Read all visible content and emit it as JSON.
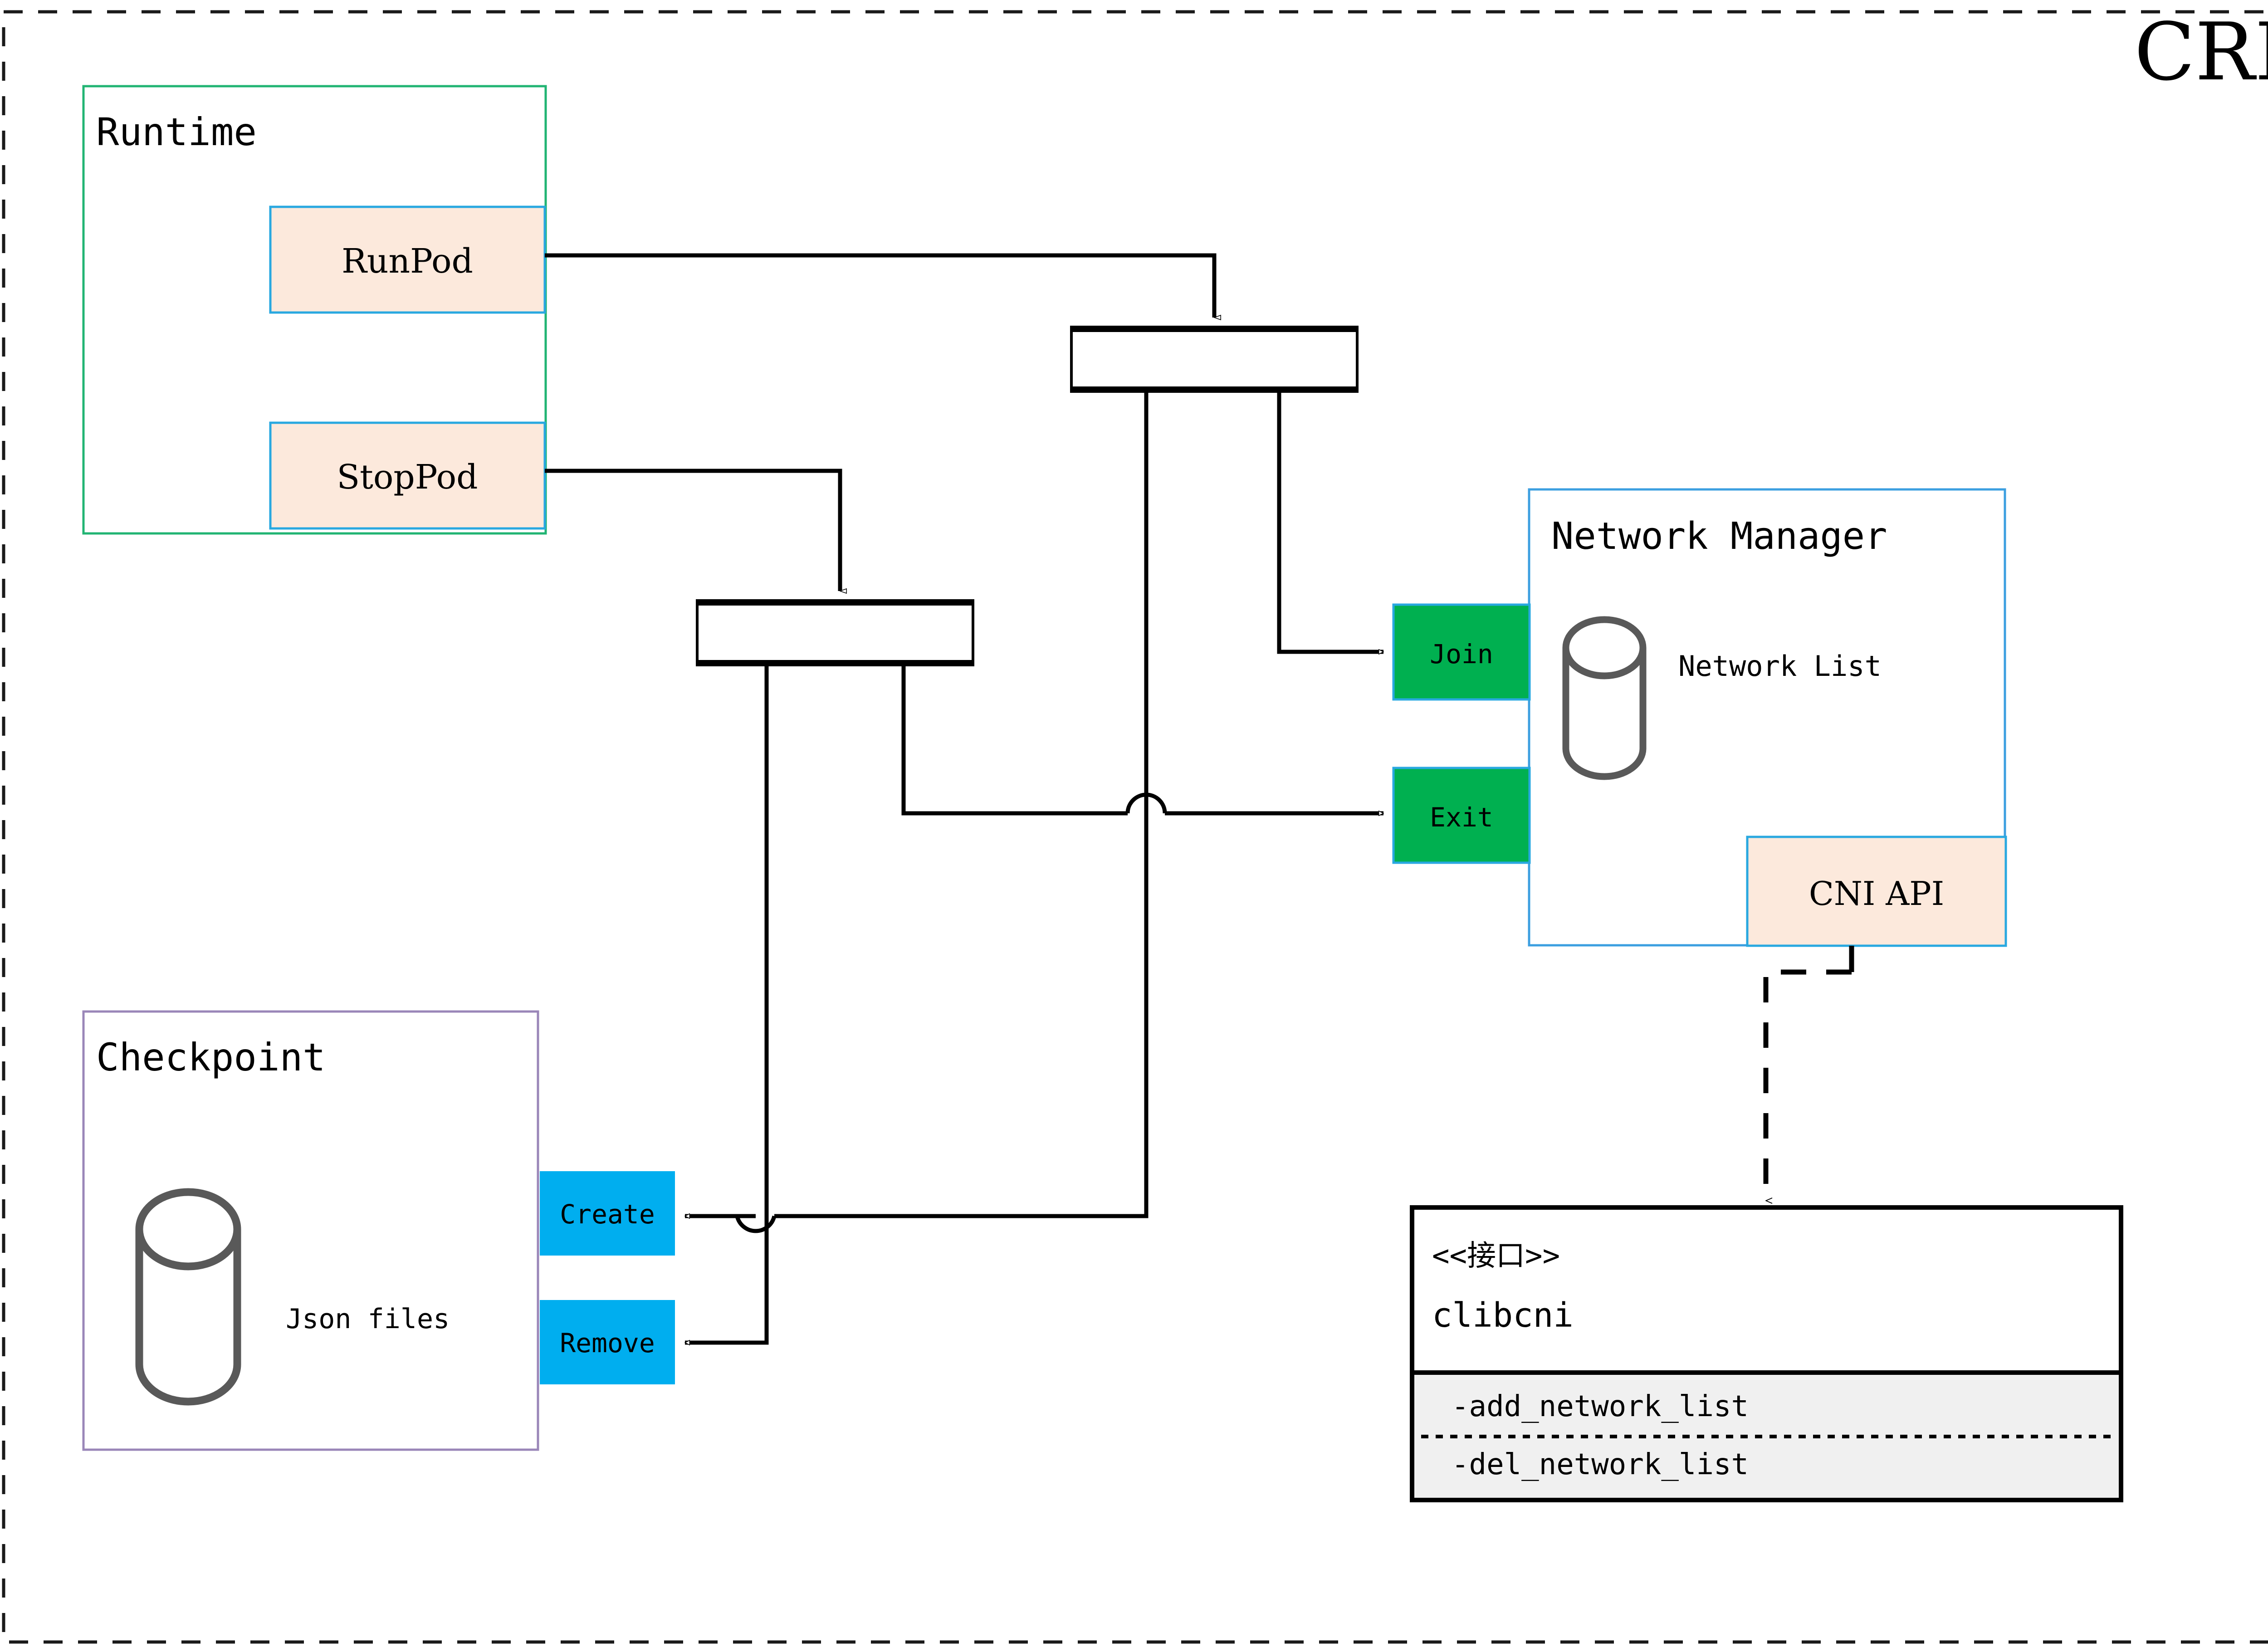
{
  "diagram": {
    "title": "CRI",
    "title_color": "#8a6d08",
    "outer_border_style": "dashed",
    "colors": {
      "runtime_border": "#21b473",
      "pod_fill": "#fce9dc",
      "pod_border": "#29a8e0",
      "network_manager_border": "#3c9fe0",
      "cni_api_fill": "#fce9dc",
      "cni_api_border": "#29a8e0",
      "green_action": "#00b050",
      "green_action_border": "#29a8e0",
      "cyan_action": "#00aeef",
      "checkpoint_border": "#9a86b8",
      "cylinder_stroke": "#595959",
      "interface_fill": "#f0f0f0",
      "line": "#000000"
    },
    "groups": {
      "runtime": {
        "label": "Runtime",
        "nodes": [
          {
            "label": "RunPod"
          },
          {
            "label": "StopPod"
          }
        ]
      },
      "checkpoint": {
        "label": "Checkpoint",
        "store_label": "Json files",
        "actions": [
          {
            "label": "Create"
          },
          {
            "label": "Remove"
          }
        ]
      },
      "network_manager": {
        "label": "Network Manager",
        "store_label": "Network List",
        "api_label": "CNI API",
        "actions": [
          {
            "label": "Join"
          },
          {
            "label": "Exit"
          }
        ]
      }
    },
    "interface_box": {
      "stereotype": "<<接口>>",
      "name": "clibcni",
      "methods": [
        "-add_network_list",
        "-del_network_list"
      ]
    },
    "fork_bars": [
      {
        "name": "runpod-fork-bar"
      },
      {
        "name": "stoppod-fork-bar"
      }
    ]
  }
}
